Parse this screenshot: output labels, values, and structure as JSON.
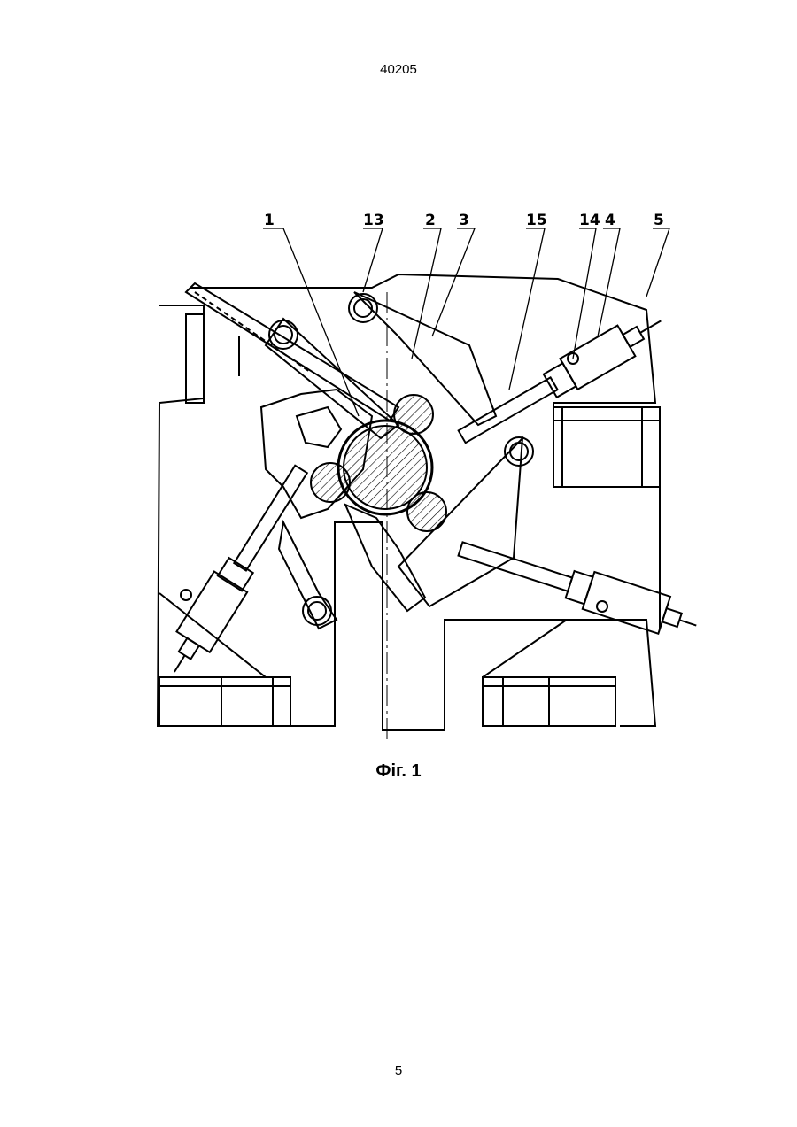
{
  "document": {
    "number": "40205",
    "page_number": "5"
  },
  "figure": {
    "caption": "Фіг. 1",
    "reference_labels": [
      "1",
      "13",
      "2",
      "3",
      "15",
      "14",
      "4",
      "5"
    ]
  }
}
